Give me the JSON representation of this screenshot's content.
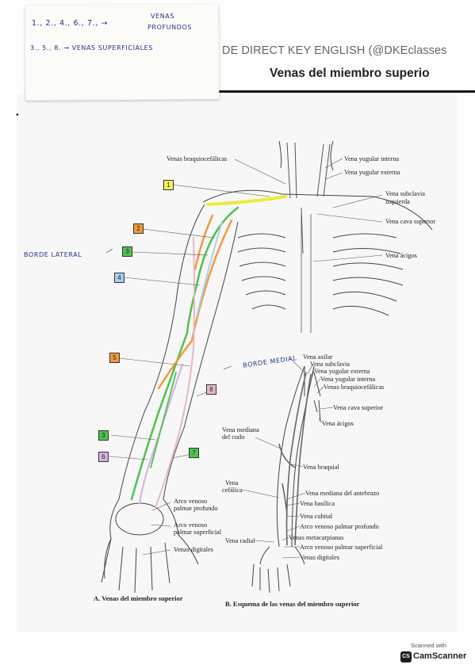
{
  "sticky_note": {
    "line1_nums": "1., 2., 4., 6., 7., →",
    "line1_a": "VENAS",
    "line1_b": "PROFUNDOS",
    "line2": "3., 5., 8. → VENAS SUPERFICIALES"
  },
  "header": {
    "source": "DE DIRECT KEY ENGLISH (@DKEclasses",
    "title": "Venas del miembro superio"
  },
  "annotations": {
    "borde_lateral": "BORDE LATERAL",
    "borde_medial": "BORDE MEDIAL",
    "dot": "•"
  },
  "figure_a": {
    "labels": {
      "braquiocefalicas": "Venas braquiocefálicas",
      "yugular_interna": "Vena yugular interna",
      "yugular_externa": "Vena yugular externa",
      "subclavia_izq_1": "Vena subclavia",
      "subclavia_izq_2": "izquierda",
      "cava_superior": "Vena cava superior",
      "acigos": "Vena ácigos",
      "arco_profundo_1": "Arco venoso",
      "arco_profundo_2": "palmar profundo",
      "arco_superficial_1": "Arco venoso",
      "arco_superficial_2": "palmar superficial",
      "digitales": "Venas digitales"
    },
    "caption": "A. Venas del miembro superior",
    "boxes": [
      {
        "num": "1",
        "color": "#f2f25a"
      },
      {
        "num": "2",
        "color": "#f29a3c"
      },
      {
        "num": "3",
        "color": "#4fc24f"
      },
      {
        "num": "4",
        "color": "#a9d0ee"
      },
      {
        "num": "5",
        "color": "#f29a3c"
      },
      {
        "num": "8",
        "color": "#e7b8c8"
      },
      {
        "num": "3",
        "color": "#4fc24f"
      },
      {
        "num": "6",
        "color": "#d4b2e2"
      },
      {
        "num": "7",
        "color": "#4fc24f"
      }
    ]
  },
  "figure_b": {
    "labels": {
      "axilar": "Vena axilar",
      "subclavia": "Vena subclavia",
      "yugular_externa": "Vena yugular externa",
      "yugular_interna": "Vena yugular interna",
      "braquiocefalicas": "Venas braquiocefálicas",
      "cava_superior": "Vena cava superior",
      "acigos": "Vena ácigos",
      "mediana_codo_1": "Vena mediana",
      "mediana_codo_2": "del codo",
      "braquial": "Vena braquial",
      "cefalica_1": "Vena",
      "cefalica_2": "cefálica",
      "mediana_antebrazo": "Vena mediana del antebrazo",
      "basilica": "Vena basílica",
      "cubital": "Vena cubital",
      "arco_profundo": "Arco venoso palmar profundo",
      "metacarpianas": "Venas metacarpianas",
      "radial": "Vena radial",
      "arco_superficial": "Arco venoso palmar superficial",
      "digitales": "Venas digitales"
    },
    "caption": "B. Esquema de las venas del miembro superior"
  },
  "camscanner": {
    "scanned_with": "Scanned with",
    "logo": "CS",
    "name": "CamScanner"
  }
}
